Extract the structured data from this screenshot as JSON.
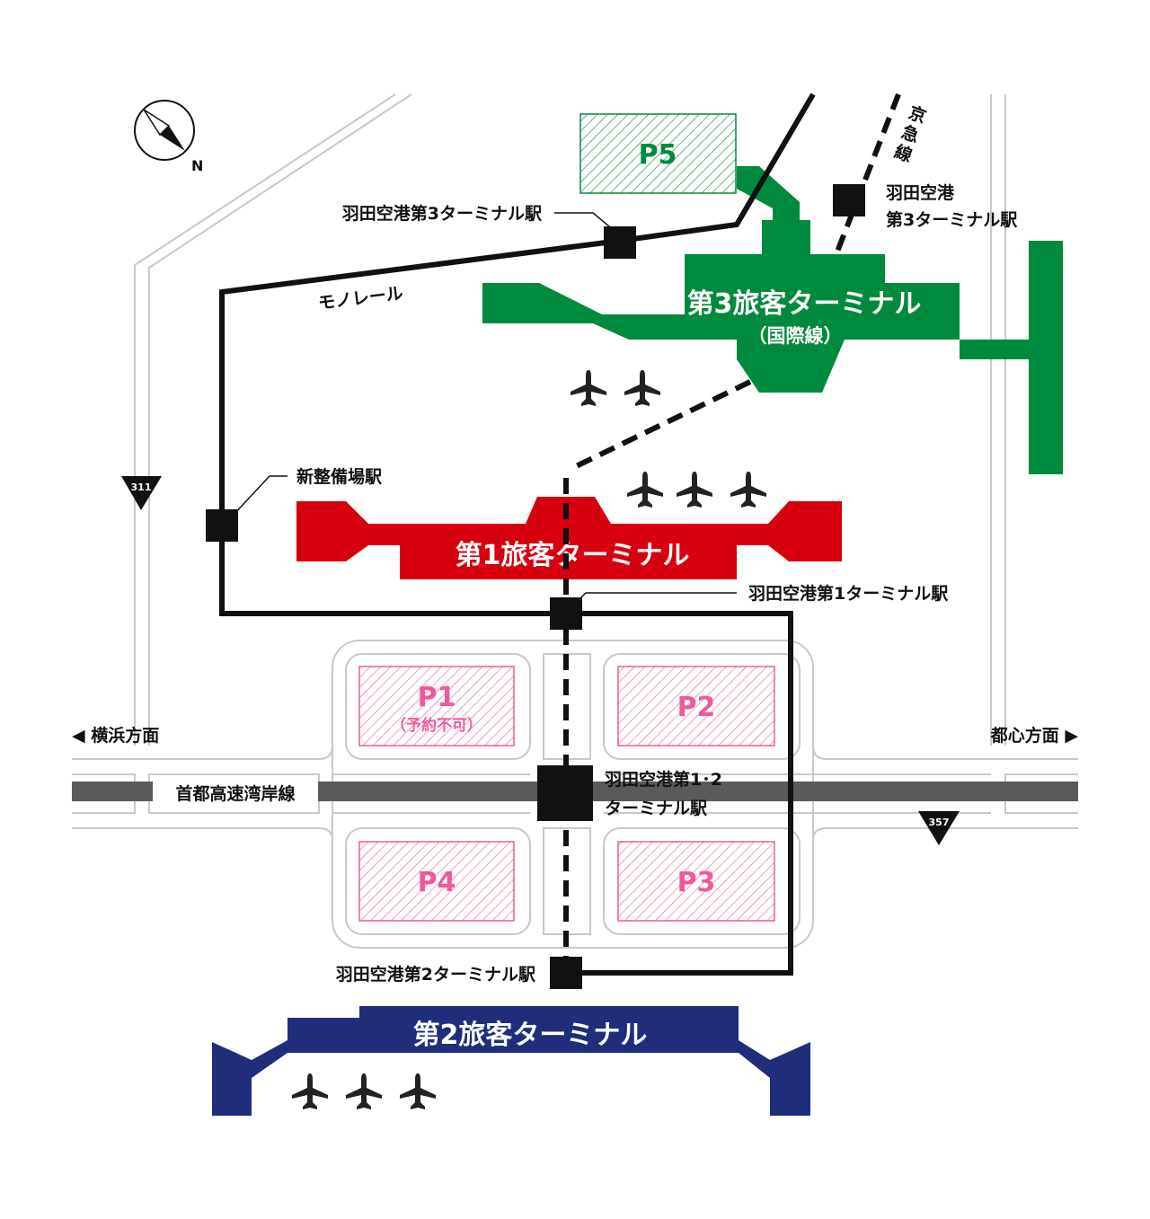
{
  "compass": {
    "north_label": "N"
  },
  "colors": {
    "terminal1": "#d7000f",
    "terminal2": "#1f2d7b",
    "terminal3": "#008a3e",
    "parking_main": "#ec5a9e",
    "parking_p5": "#008a3e",
    "road": "#c8c8c8",
    "highway": "#5a5a5a"
  },
  "terminals": {
    "t1": "第1旅客ターミナル",
    "t2": "第2旅客ターミナル",
    "t3": "第3旅客ターミナル",
    "t3_sub": "（国際線）"
  },
  "parking": {
    "p1": "P1",
    "p1_note": "（予約不可）",
    "p2": "P2",
    "p3": "P3",
    "p4": "P4",
    "p5": "P5"
  },
  "stations": {
    "monorail_t3": "羽田空港第3ターミナル駅",
    "keikyu_t3_line1": "羽田空港",
    "keikyu_t3_line2": "第3ターミナル駅",
    "shinseibijo": "新整備場駅",
    "monorail_t1": "羽田空港第1ターミナル駅",
    "keikyu_t12_line1": "羽田空港第1･2",
    "keikyu_t12_line2": "ターミナル駅",
    "monorail_t2": "羽田空港第2ターミナル駅"
  },
  "lines": {
    "monorail": "モノレール",
    "keikyu": [
      "京",
      "急",
      "線"
    ],
    "expressway": "首都高速湾岸線"
  },
  "directions": {
    "left": "◀ 横浜方面",
    "right": "都心方面 ▶"
  },
  "routes": {
    "r311": "311",
    "r357": "357"
  }
}
